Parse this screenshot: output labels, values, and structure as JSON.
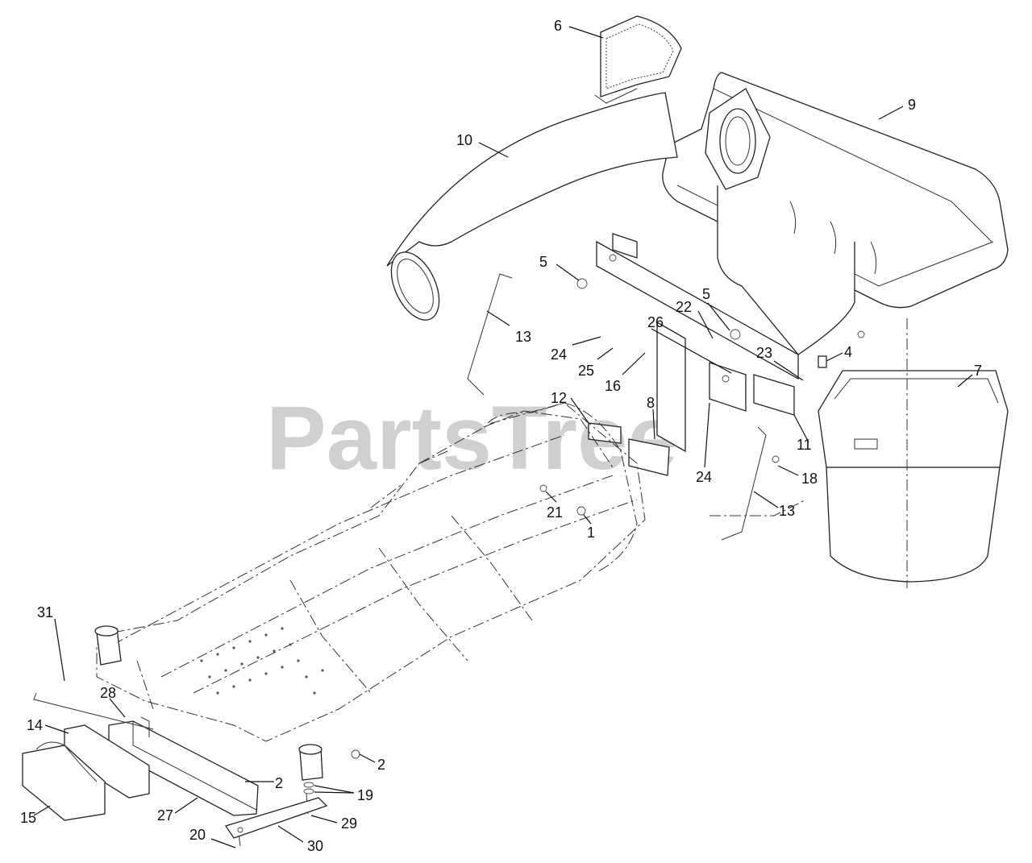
{
  "watermark": "PartsTree",
  "callouts": {
    "c1": "1",
    "c2a": "2",
    "c2b": "2",
    "c4": "4",
    "c5a": "5",
    "c5b": "5",
    "c6": "6",
    "c7": "7",
    "c8": "8",
    "c9": "9",
    "c10": "10",
    "c11": "11",
    "c12": "12",
    "c13a": "13",
    "c13b": "13",
    "c14": "14",
    "c15": "15",
    "c16": "16",
    "c18": "18",
    "c19": "19",
    "c20": "20",
    "c21": "21",
    "c22": "22",
    "c23": "23",
    "c24a": "24",
    "c24b": "24",
    "c25": "25",
    "c26": "26",
    "c27": "27",
    "c28": "28",
    "c29": "29",
    "c30": "30",
    "c31": "31"
  }
}
